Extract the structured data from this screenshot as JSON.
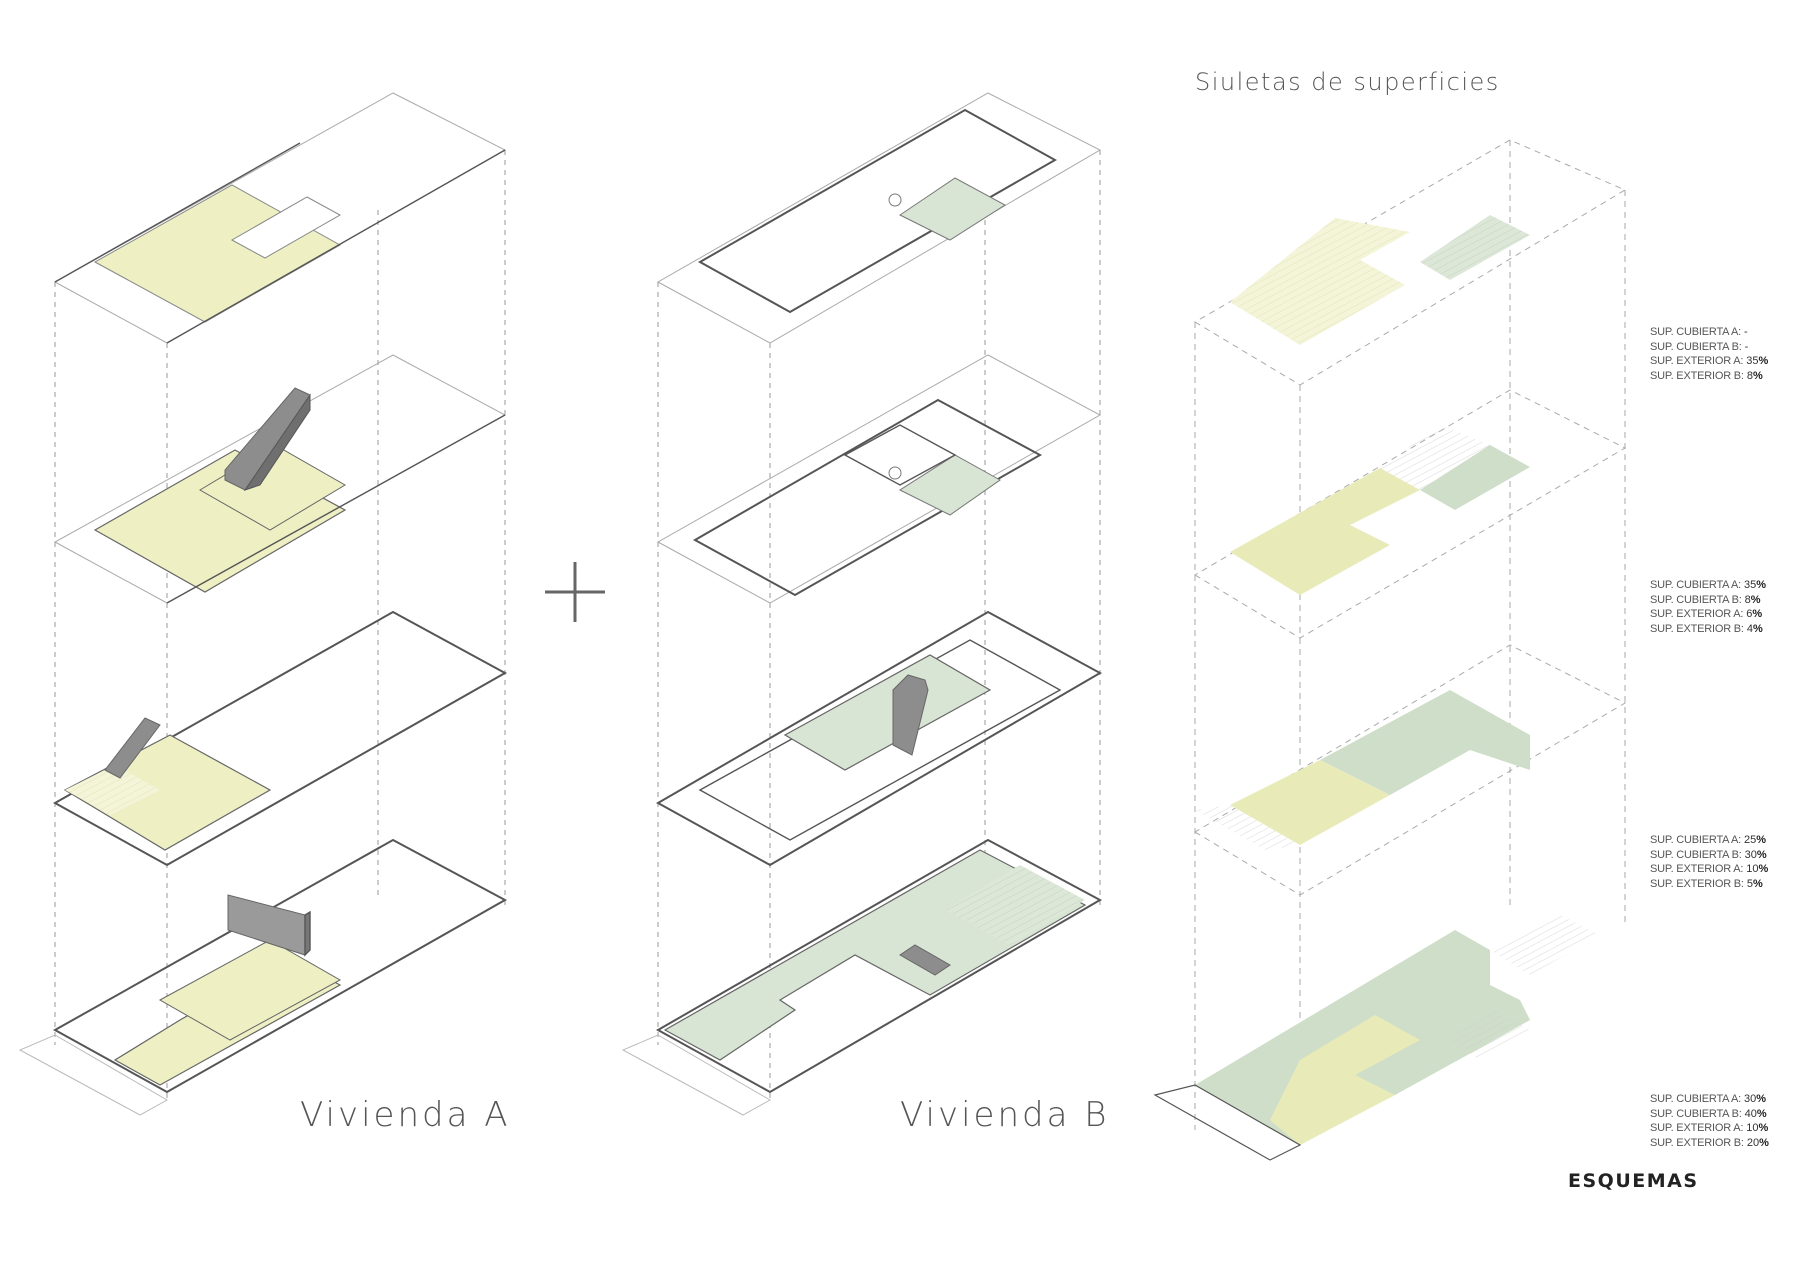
{
  "titles": {
    "vivienda_a": "Vivienda A",
    "vivienda_b": "Vivienda B",
    "siluetas": "Siuletas de superficies",
    "esquemas": "ESQUEMAS"
  },
  "colors": {
    "vivienda_a_fill": "#eef0c4",
    "vivienda_b_fill": "#d9e5d4",
    "sil_yellow": "#e8ebb8",
    "sil_green": "#cfdec8",
    "outline": "#555555",
    "dashed": "#9a9a9a"
  },
  "stats": [
    {
      "level": "roof",
      "rows": [
        {
          "label": "SUP. CUBIERTA A:",
          "value": "-",
          "pct": ""
        },
        {
          "label": "SUP. CUBIERTA B:",
          "value": "-",
          "pct": ""
        },
        {
          "label": "SUP. EXTERIOR A:",
          "value": "35",
          "pct": "%"
        },
        {
          "label": "SUP. EXTERIOR B:",
          "value": "8",
          "pct": "%"
        }
      ]
    },
    {
      "level": "third",
      "rows": [
        {
          "label": "SUP. CUBIERTA A:",
          "value": "35",
          "pct": "%"
        },
        {
          "label": "SUP. CUBIERTA B:",
          "value": "8",
          "pct": "%"
        },
        {
          "label": "SUP. EXTERIOR A:",
          "value": "6",
          "pct": "%"
        },
        {
          "label": "SUP. EXTERIOR B:",
          "value": "4",
          "pct": "%"
        }
      ]
    },
    {
      "level": "second",
      "rows": [
        {
          "label": "SUP. CUBIERTA A:",
          "value": "25",
          "pct": "%"
        },
        {
          "label": "SUP. CUBIERTA B:",
          "value": "30",
          "pct": "%"
        },
        {
          "label": "SUP. EXTERIOR A:",
          "value": "10",
          "pct": "%"
        },
        {
          "label": "SUP. EXTERIOR B:",
          "value": "5",
          "pct": "%"
        }
      ]
    },
    {
      "level": "ground",
      "rows": [
        {
          "label": "SUP. CUBIERTA A:",
          "value": "30",
          "pct": "%"
        },
        {
          "label": "SUP. CUBIERTA B:",
          "value": "40",
          "pct": "%"
        },
        {
          "label": "SUP. EXTERIOR A:",
          "value": "10",
          "pct": "%"
        },
        {
          "label": "SUP. EXTERIOR B:",
          "value": "20",
          "pct": "%"
        }
      ]
    }
  ]
}
